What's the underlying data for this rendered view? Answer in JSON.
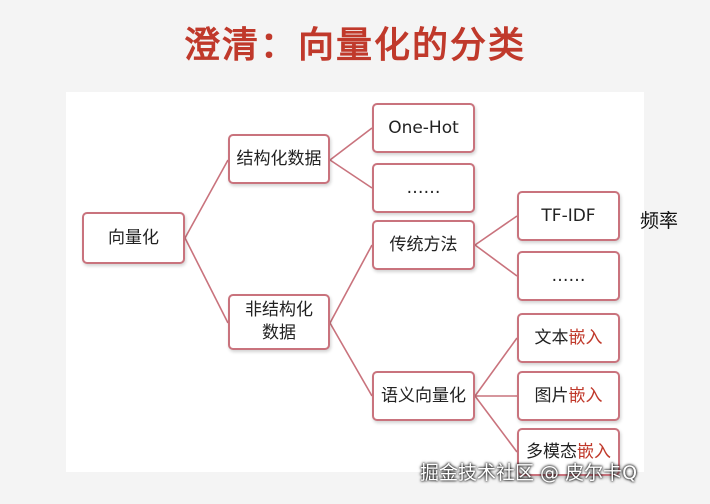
{
  "title": "澄清：向量化的分类",
  "root": "向量化",
  "structured": "结构化数据",
  "unstructured": "非结构化数据",
  "onehot": "One-Hot",
  "dots1": "……",
  "traditional": "传统方法",
  "tfidf": "TF-IDF",
  "dots2": "……",
  "semantic": "语义向量化",
  "text_embed": {
    "prefix": "文本",
    "accent": "嵌入"
  },
  "image_embed": {
    "prefix": "图片",
    "accent": "嵌入"
  },
  "multimodal_embed": {
    "prefix": "多模态",
    "accent": "嵌入"
  },
  "side_note": "频率",
  "footer": "掘金技术社区 @ 皮尔卡Q",
  "colors": {
    "title": "#c0392b",
    "border": "#c9737d",
    "accent": "#c0392b",
    "link": "#c9737d"
  }
}
